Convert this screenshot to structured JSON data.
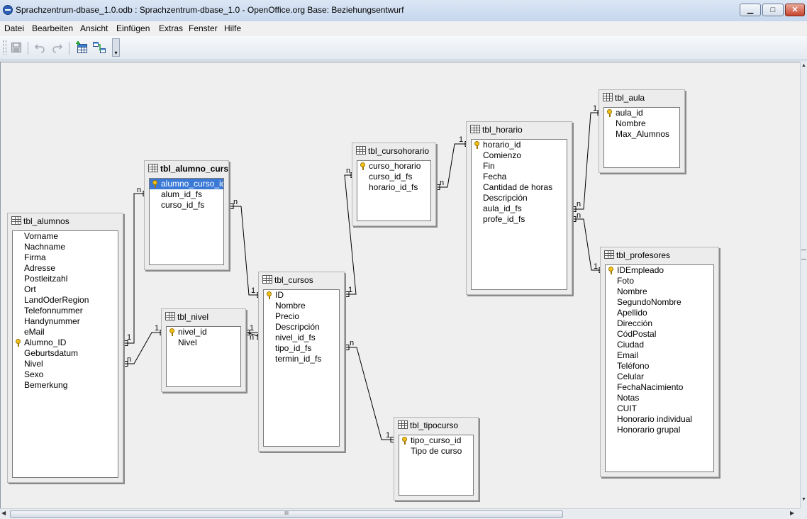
{
  "window": {
    "title": "Sprachzentrum-dbase_1.0.odb : Sprachzentrum-dbase_1.0 - OpenOffice.org Base: Beziehungsentwurf",
    "minimize": "▁",
    "maximize": "□",
    "close": "✕"
  },
  "menu": [
    "Datei",
    "Bearbeiten",
    "Ansicht",
    "Einfügen",
    "Extras",
    "Fenster",
    "Hilfe"
  ],
  "toolbar": {
    "icons": [
      "save-icon",
      "undo-icon",
      "redo-icon",
      "add-table-icon",
      "new-relation-icon"
    ],
    "more": "▾"
  },
  "tables": {
    "alumnos": {
      "title": "tbl_alumnos",
      "fields": [
        "Vorname",
        "Nachname",
        "Firma",
        "Adresse",
        "Postleitzahl",
        "Ort",
        "LandOderRegion",
        "Telefonnummer",
        "Handynummer",
        "eMail",
        "Alumno_ID",
        "Geburtsdatum",
        "Nivel",
        "Sexo",
        "Bemerkung"
      ],
      "key": "Alumno_ID"
    },
    "alumno_curso": {
      "title": "tbl_alumno_curso",
      "fields": [
        "alumno_curso_id",
        "alum_id_fs",
        "curso_id_fs"
      ],
      "key": "alumno_curso_id",
      "selected": "alumno_curso_id"
    },
    "nivel": {
      "title": "tbl_nivel",
      "fields": [
        "nivel_id",
        "Nivel"
      ],
      "key": "nivel_id"
    },
    "cursos": {
      "title": "tbl_cursos",
      "fields": [
        "ID",
        "Nombre",
        "Precio",
        "Descripción",
        "nivel_id_fs",
        "tipo_id_fs",
        "termin_id_fs"
      ],
      "key": "ID"
    },
    "cursohorario": {
      "title": "tbl_cursohorario",
      "fields": [
        "curso_horario",
        "curso_id_fs",
        "horario_id_fs"
      ],
      "key": "curso_horario"
    },
    "horario": {
      "title": "tbl_horario",
      "fields": [
        "horario_id",
        "Comienzo",
        "Fin",
        "Fecha",
        "Cantidad de horas",
        "Descripción",
        "aula_id_fs",
        "profe_id_fs"
      ],
      "key": "horario_id"
    },
    "aula": {
      "title": "tbl_aula",
      "fields": [
        "aula_id",
        "Nombre",
        "Max_Alumnos"
      ],
      "key": "aula_id"
    },
    "tipocurso": {
      "title": "tbl_tipocurso",
      "fields": [
        "tipo_curso_id",
        "Tipo de curso"
      ],
      "key": "tipo_curso_id"
    },
    "profesores": {
      "title": "tbl_profesores",
      "fields": [
        "IDEmpleado",
        "Foto",
        "Nombre",
        "SegundoNombre",
        "Apellido",
        "Dirección",
        "CódPostal",
        "Ciudad",
        "Email",
        "Teléfono",
        "Celular",
        "FechaNacimiento",
        "Notas",
        "CUIT",
        "Honorario individual",
        "Honorario grupal"
      ],
      "key": "IDEmpleado"
    }
  },
  "cardinality": {
    "one": "1",
    "many": "n"
  },
  "scrollbar": {
    "grip": "III"
  }
}
